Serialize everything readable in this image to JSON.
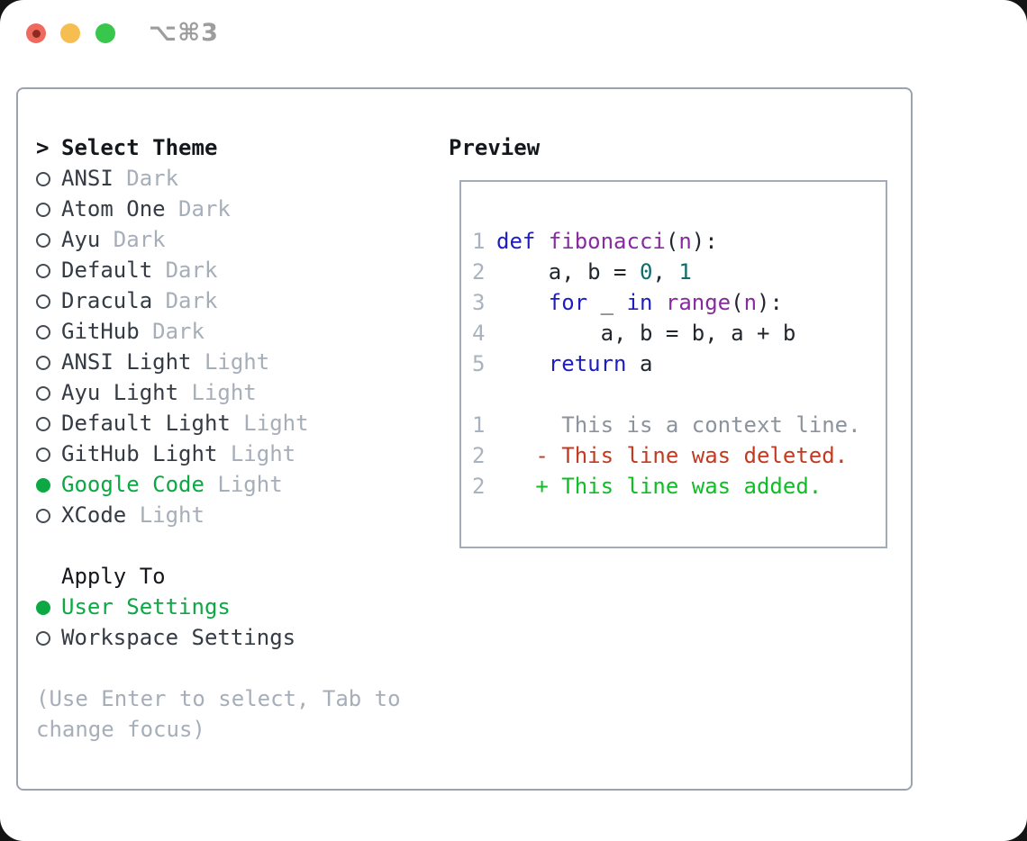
{
  "window": {
    "title_shortcut": "⌥⌘3",
    "traffic_lights": [
      "close",
      "minimize",
      "zoom"
    ]
  },
  "theme_panel": {
    "header": {
      "prompt": ">",
      "label": "Select Theme"
    },
    "themes": [
      {
        "name": "ANSI",
        "variant": "Dark",
        "selected": false
      },
      {
        "name": "Atom One",
        "variant": "Dark",
        "selected": false
      },
      {
        "name": "Ayu",
        "variant": "Dark",
        "selected": false
      },
      {
        "name": "Default",
        "variant": "Dark",
        "selected": false
      },
      {
        "name": "Dracula",
        "variant": "Dark",
        "selected": false
      },
      {
        "name": "GitHub",
        "variant": "Dark",
        "selected": false
      },
      {
        "name": "ANSI Light",
        "variant": "Light",
        "selected": false
      },
      {
        "name": "Ayu Light",
        "variant": "Light",
        "selected": false
      },
      {
        "name": "Default Light",
        "variant": "Light",
        "selected": false
      },
      {
        "name": "GitHub Light",
        "variant": "Light",
        "selected": false
      },
      {
        "name": "Google Code",
        "variant": "Light",
        "selected": true
      },
      {
        "name": "XCode",
        "variant": "Light",
        "selected": false
      }
    ],
    "apply_to": {
      "label": "Apply To",
      "options": [
        {
          "label": "User Settings",
          "selected": true
        },
        {
          "label": "Workspace Settings",
          "selected": false
        }
      ]
    },
    "help_lines": [
      "(Use Enter to select, Tab to",
      "change focus)"
    ]
  },
  "preview": {
    "label": "Preview",
    "code_lines": [
      {
        "num": "1",
        "segments": [
          {
            "t": "def",
            "c": "kw"
          },
          {
            "t": " ",
            "c": "pl"
          },
          {
            "t": "fibonacci",
            "c": "fn"
          },
          {
            "t": "(",
            "c": "pl"
          },
          {
            "t": "n",
            "c": "fn"
          },
          {
            "t": "):",
            "c": "pl"
          }
        ]
      },
      {
        "num": "2",
        "segments": [
          {
            "t": "    a, b = ",
            "c": "pl"
          },
          {
            "t": "0",
            "c": "lit"
          },
          {
            "t": ", ",
            "c": "pl"
          },
          {
            "t": "1",
            "c": "lit"
          }
        ]
      },
      {
        "num": "3",
        "segments": [
          {
            "t": "    ",
            "c": "pl"
          },
          {
            "t": "for",
            "c": "kw"
          },
          {
            "t": " _ ",
            "c": "pl"
          },
          {
            "t": "in",
            "c": "kw"
          },
          {
            "t": " ",
            "c": "pl"
          },
          {
            "t": "range",
            "c": "fn"
          },
          {
            "t": "(",
            "c": "pl"
          },
          {
            "t": "n",
            "c": "fn"
          },
          {
            "t": "):",
            "c": "pl"
          }
        ]
      },
      {
        "num": "4",
        "segments": [
          {
            "t": "        a, b = b, a + b",
            "c": "pl"
          }
        ]
      },
      {
        "num": "5",
        "segments": [
          {
            "t": "    ",
            "c": "pl"
          },
          {
            "t": "return",
            "c": "kw"
          },
          {
            "t": " a",
            "c": "pl"
          }
        ]
      }
    ],
    "diff_lines": [
      {
        "num": "1",
        "type": "context",
        "text": "     This is a context line."
      },
      {
        "num": "2",
        "type": "deleted",
        "text": "   - This line was deleted."
      },
      {
        "num": "2",
        "type": "added",
        "text": "   + This line was added."
      }
    ]
  },
  "colors": {
    "selected_green": "#0ca844",
    "item_text": "#343b44",
    "variant_gray": "#a6aeb9",
    "syntax": {
      "kw": "#1d1dc1",
      "fn": "#862c9e",
      "lit": "#0d6d6d",
      "pl": "#22272e"
    },
    "line_number": "#a9b3bf",
    "diff": {
      "context": "#8b939d",
      "deleted": "#c43a20",
      "added": "#0fbe27"
    },
    "traffic_red": "#ee6a5e",
    "traffic_yellow": "#f6be50",
    "traffic_green": "#38c74c",
    "panel_border": "#9aa4b1"
  }
}
